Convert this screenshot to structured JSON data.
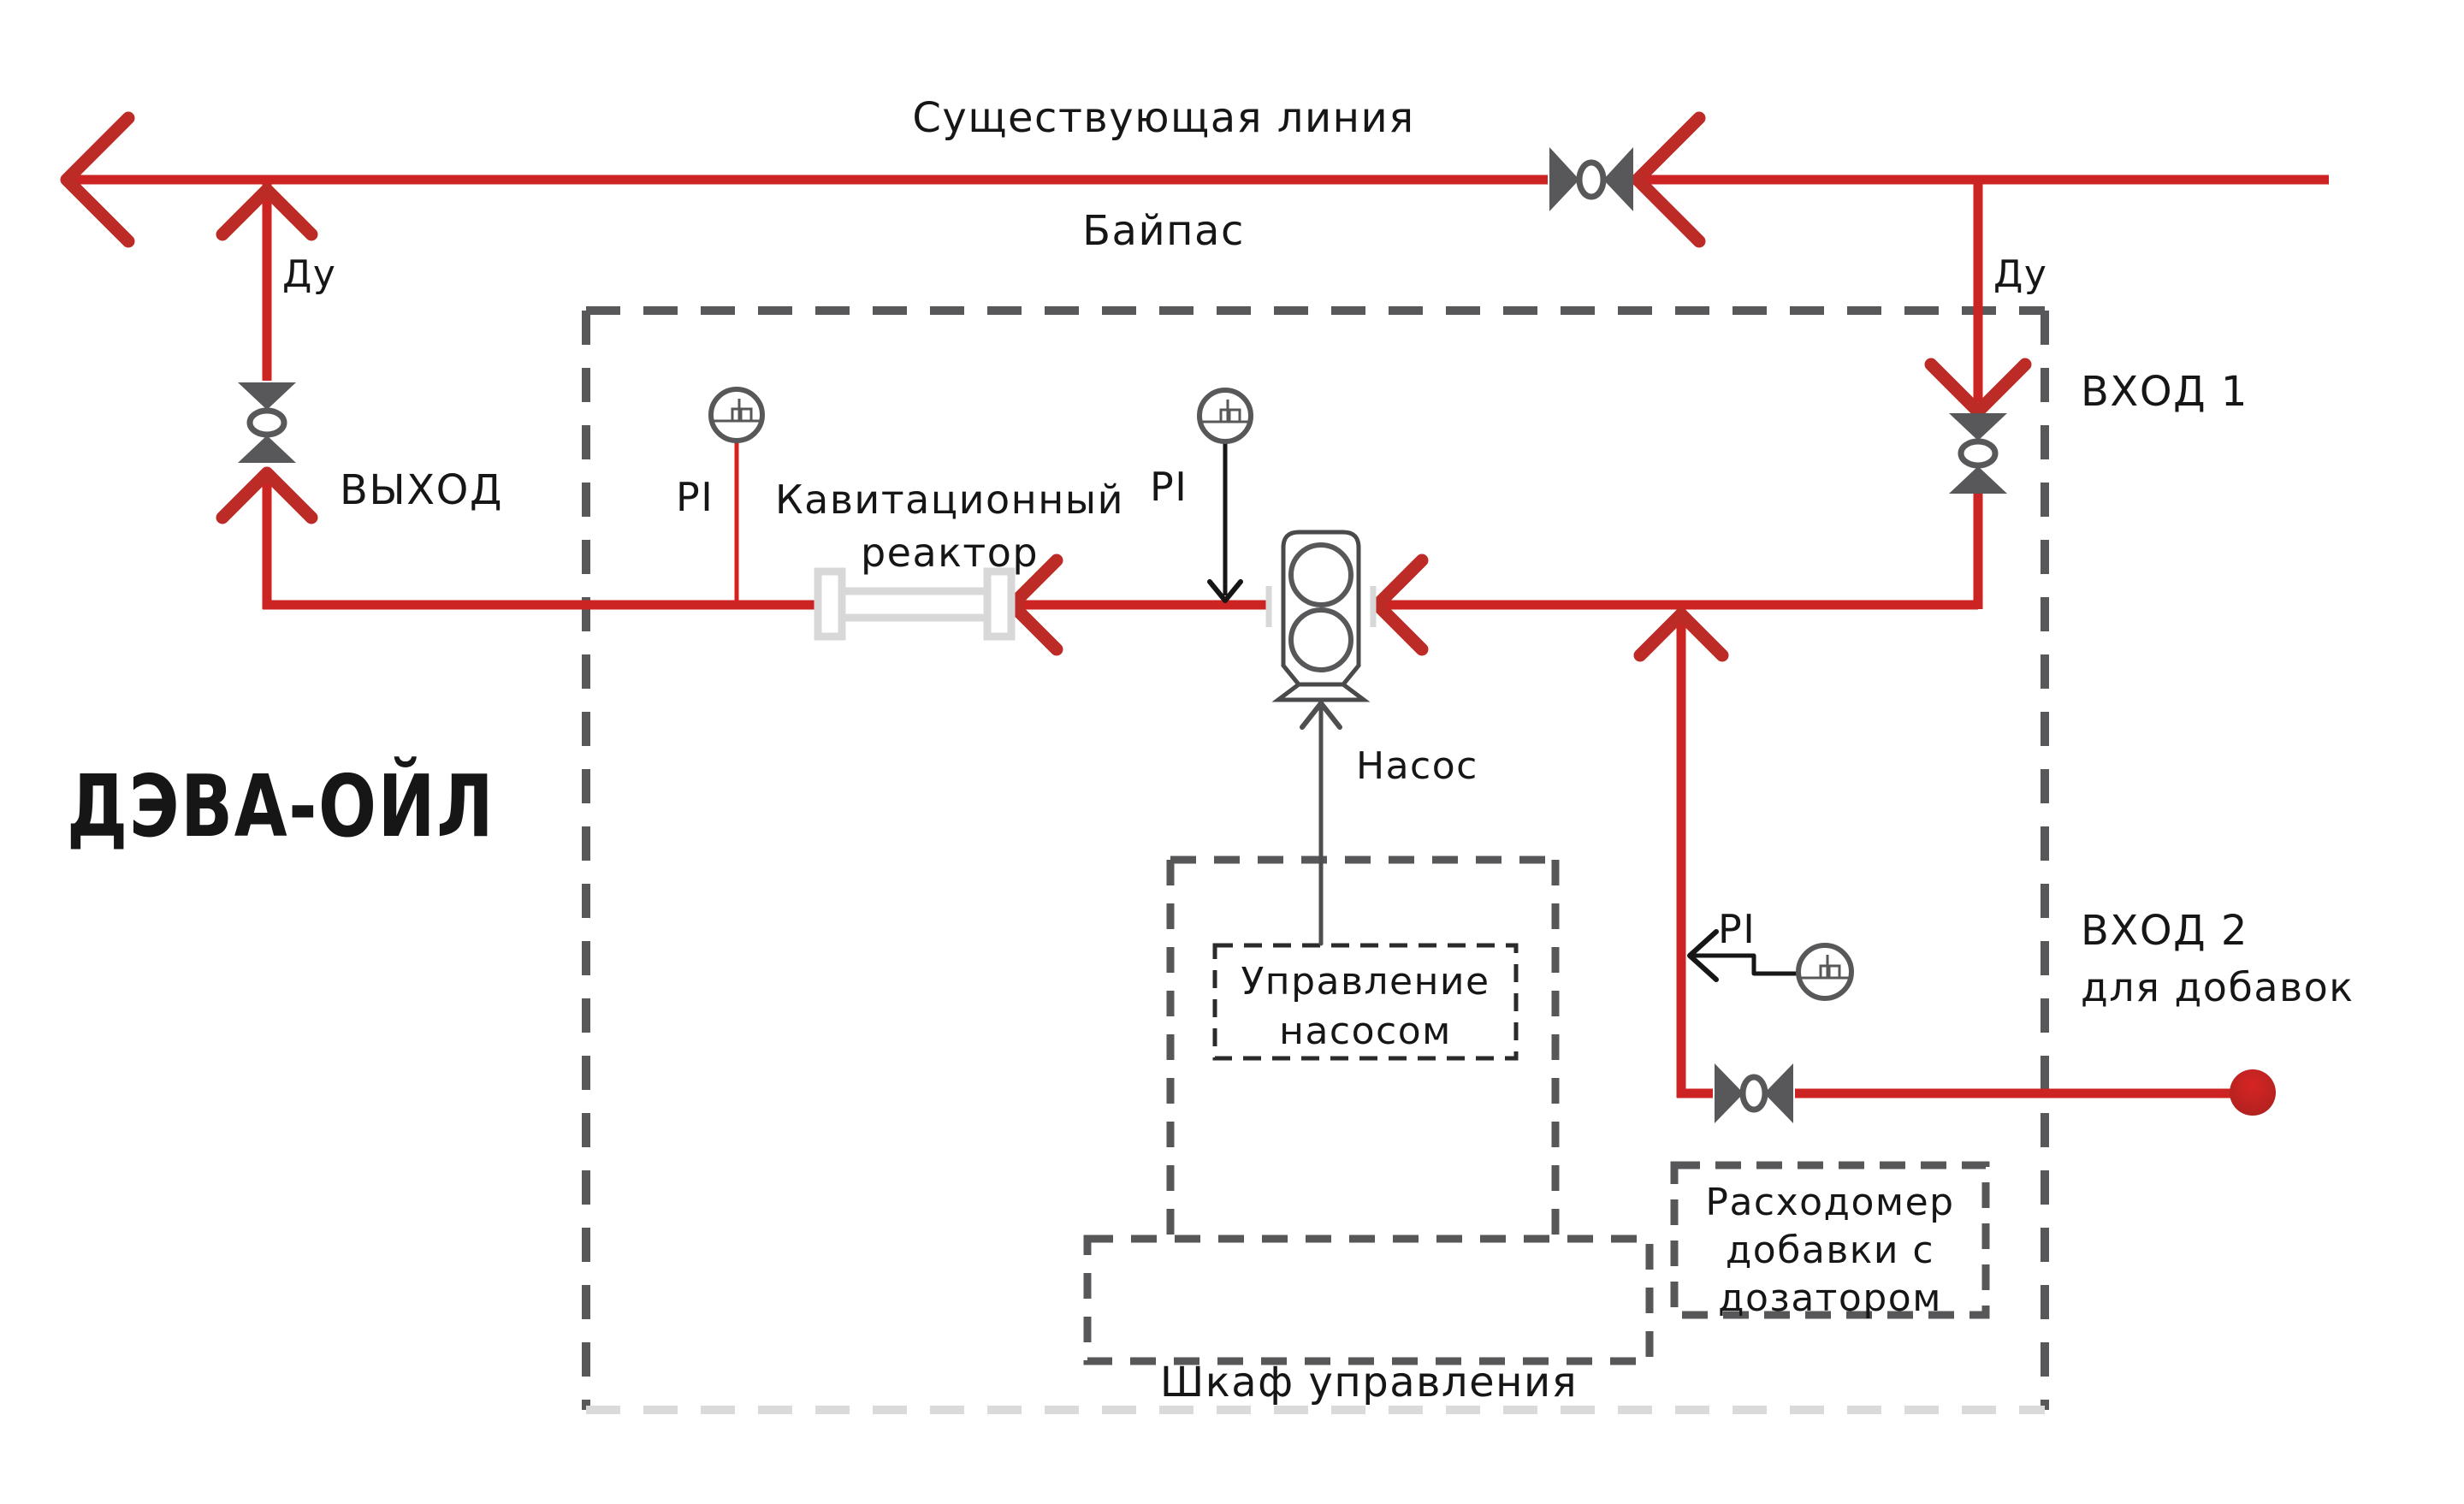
{
  "title": "ДЭВА-ОЙЛ",
  "labels": {
    "existing_line": "Существующая линия",
    "bypass": "Байпас",
    "du_left": "Ду",
    "du_right": "Ду",
    "outlet": "ВЫХОД",
    "inlet1": "ВХОД 1",
    "inlet2": "ВХОД 2",
    "inlet2_sub": "для добавок",
    "reactor_line1": "Кавитационный",
    "reactor_line2": "реактор",
    "pump": "Насос",
    "pump_control_line1": "Управление",
    "pump_control_line2": "насосом",
    "control_cabinet": "Шкаф управления",
    "flowmeter_line1": "Расходомер",
    "flowmeter_line2": "добавки с",
    "flowmeter_line3": "дозатором",
    "pi1": "PI",
    "pi2": "PI",
    "pi3": "PI"
  },
  "colors": {
    "pipe_red": "#cc2423",
    "arrow_red": "#bd2b27",
    "symbol_gray": "#58585a",
    "light_gray": "#d8d8d8",
    "text": "#161616"
  }
}
